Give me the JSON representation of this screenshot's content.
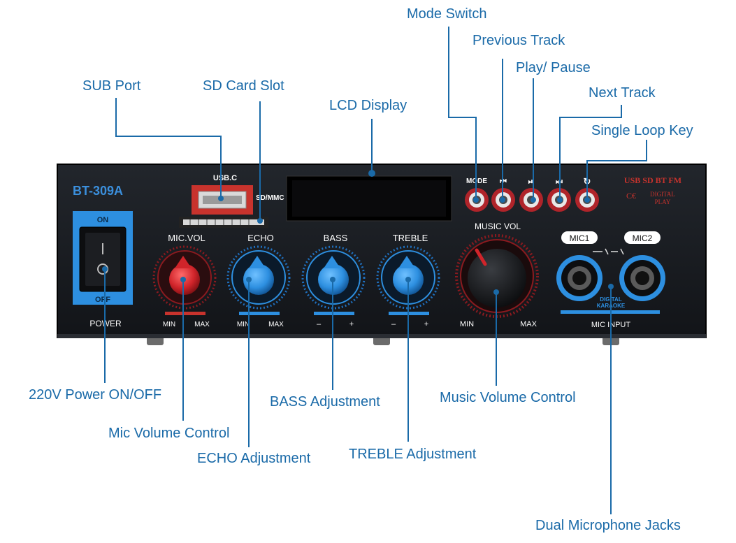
{
  "device": {
    "model": "BT-309A",
    "usb_label": "USB.C",
    "sd_label": "SD/MMC",
    "power": {
      "on": "ON",
      "off": "OFF",
      "label": "POWER"
    },
    "knobs": {
      "mic_vol": {
        "label": "MIC.VOL",
        "min": "MIN",
        "max": "MAX"
      },
      "echo": {
        "label": "ECHO",
        "min": "MIN",
        "max": "MAX"
      },
      "bass": {
        "label": "BASS",
        "min": "–",
        "max": "+"
      },
      "treble": {
        "label": "TREBLE",
        "min": "–",
        "max": "+"
      },
      "music_vol": {
        "label": "MUSIC VOL",
        "min": "MIN",
        "max": "MAX"
      }
    },
    "buttons": {
      "mode": "MODE",
      "prev": "⏮",
      "play": "⏯",
      "next": "⏭",
      "loop": "↻"
    },
    "formats": "USB SD BT FM",
    "digital_play": [
      "DIGITAL",
      "PLAY"
    ],
    "mic": {
      "mic1": "MIC1",
      "mic2": "MIC2",
      "karaoke": [
        "DIGITAL",
        "KARAOKE"
      ],
      "input": "MIC INPUT"
    },
    "colors": {
      "accent_blue": "#2d8fe0",
      "accent_red": "#d0242a",
      "panel": "#15181d"
    }
  },
  "callouts": {
    "mode_switch": "Mode Switch",
    "previous_track": "Previous Track",
    "play_pause": "Play/ Pause",
    "next_track": "Next Track",
    "single_loop": "Single Loop Key",
    "sub_port": "SUB Port",
    "sd_card_slot": "SD Card Slot",
    "lcd_display": "LCD Display",
    "power_onoff": "220V Power ON/OFF",
    "mic_volume": "Mic Volume Control",
    "echo_adj": "ECHO Adjustment",
    "bass_adj": "BASS Adjustment",
    "treble_adj": "TREBLE Adjustment",
    "music_volume": "Music Volume Control",
    "dual_mic": "Dual Microphone Jacks"
  },
  "line_color": "#1a6aa8"
}
